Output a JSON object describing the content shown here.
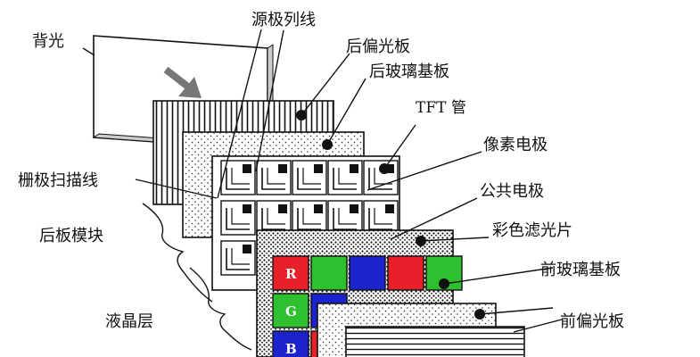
{
  "labels": {
    "backlight": "背光",
    "source_lines": "源极列线",
    "rear_polarizer": "后偏光板",
    "rear_glass": "后玻璃基板",
    "tft": "TFT 管",
    "pixel_electrode": "像素电极",
    "gate_lines": "栅极扫描线",
    "common_electrode": "公共电极",
    "rear_module": "后板模块",
    "color_filter": "彩色滤光片",
    "front_glass": "前玻璃基板",
    "liquid_crystal": "液晶层",
    "front_polarizer": "前偏光板"
  },
  "filter_letters": [
    "R",
    "G",
    "B"
  ],
  "colors": {
    "red": "#e8202a",
    "green": "#2fc02f",
    "blue": "#1c22cc",
    "outline": "#111111",
    "arrow": "#777777"
  }
}
